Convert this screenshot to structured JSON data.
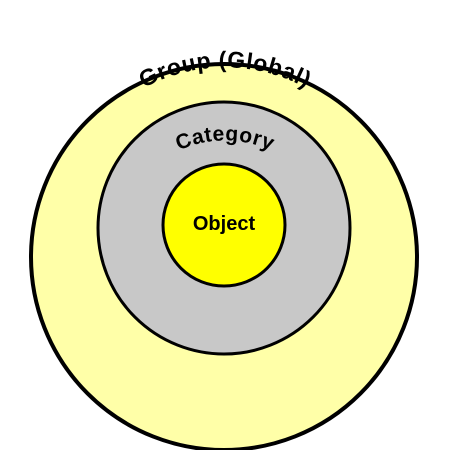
{
  "diagram": {
    "outer": {
      "label": "Group (Global)",
      "fill": "#FFFFA8",
      "stroke": "#000000"
    },
    "middle": {
      "label": "Category",
      "fill": "#C8C8C8",
      "stroke": "#000000"
    },
    "inner": {
      "label": "Object",
      "fill": "#FFFF00",
      "stroke": "#000000"
    }
  }
}
